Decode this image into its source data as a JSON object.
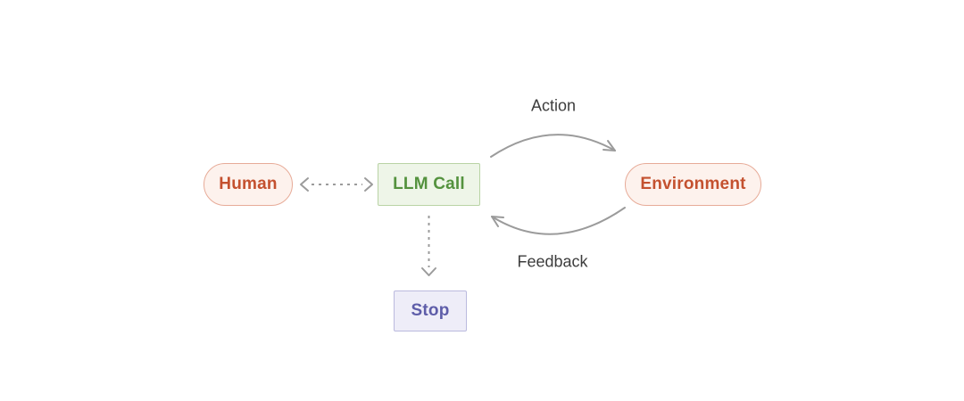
{
  "diagram": {
    "nodes": [
      {
        "id": "human",
        "label": "Human",
        "shape": "pill",
        "scheme": "red"
      },
      {
        "id": "llm_call",
        "label": "LLM Call",
        "shape": "rect",
        "scheme": "green"
      },
      {
        "id": "environment",
        "label": "Environment",
        "shape": "pill",
        "scheme": "red"
      },
      {
        "id": "stop",
        "label": "Stop",
        "shape": "rect",
        "scheme": "purple"
      }
    ],
    "edges": [
      {
        "from": "human",
        "to": "llm_call",
        "style": "dashed",
        "bidirectional": true,
        "label": ""
      },
      {
        "from": "llm_call",
        "to": "environment",
        "style": "solid-curved",
        "bidirectional": false,
        "label": "Action"
      },
      {
        "from": "environment",
        "to": "llm_call",
        "style": "solid-curved",
        "bidirectional": false,
        "label": "Feedback"
      },
      {
        "from": "llm_call",
        "to": "stop",
        "style": "dashed",
        "bidirectional": false,
        "label": ""
      }
    ],
    "labels": {
      "action": "Action",
      "feedback": "Feedback"
    }
  },
  "colors": {
    "red-bg": "#fdf2ed",
    "red-border": "#e7ab98",
    "red-text": "#c4512f",
    "green-bg": "#eef5e8",
    "green-border": "#b9d3a5",
    "green-text": "#54923e",
    "purple-bg": "#eeedf8",
    "purple-border": "#bbbade",
    "purple-text": "#5e5da9",
    "arrow-gray": "#9b9b9b",
    "label-text": "#3d3d3d"
  }
}
